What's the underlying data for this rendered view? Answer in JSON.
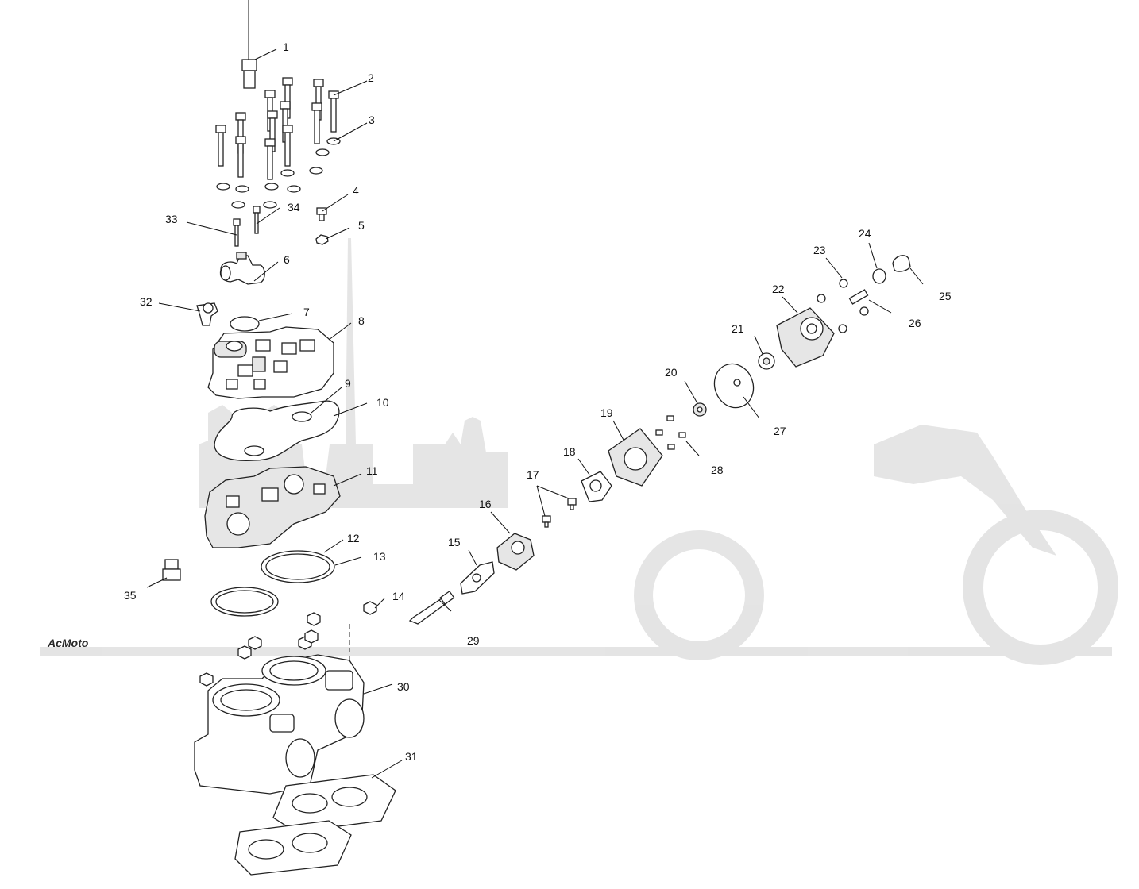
{
  "watermark": {
    "text": "AcMoto"
  },
  "callouts": [
    {
      "id": "1",
      "label": "1"
    },
    {
      "id": "2",
      "label": "2"
    },
    {
      "id": "3",
      "label": "3"
    },
    {
      "id": "4",
      "label": "4"
    },
    {
      "id": "5",
      "label": "5"
    },
    {
      "id": "6",
      "label": "6"
    },
    {
      "id": "7",
      "label": "7"
    },
    {
      "id": "8",
      "label": "8"
    },
    {
      "id": "9",
      "label": "9"
    },
    {
      "id": "10",
      "label": "10"
    },
    {
      "id": "11",
      "label": "11"
    },
    {
      "id": "12",
      "label": "12"
    },
    {
      "id": "13",
      "label": "13"
    },
    {
      "id": "14",
      "label": "14"
    },
    {
      "id": "15",
      "label": "15"
    },
    {
      "id": "16",
      "label": "16"
    },
    {
      "id": "17",
      "label": "17"
    },
    {
      "id": "18",
      "label": "18"
    },
    {
      "id": "19",
      "label": "19"
    },
    {
      "id": "20",
      "label": "20"
    },
    {
      "id": "21",
      "label": "21"
    },
    {
      "id": "22",
      "label": "22"
    },
    {
      "id": "23",
      "label": "23"
    },
    {
      "id": "24",
      "label": "24"
    },
    {
      "id": "25",
      "label": "25"
    },
    {
      "id": "26",
      "label": "26"
    },
    {
      "id": "27",
      "label": "27"
    },
    {
      "id": "28",
      "label": "28"
    },
    {
      "id": "29",
      "label": "29"
    },
    {
      "id": "30",
      "label": "30"
    },
    {
      "id": "31",
      "label": "31"
    },
    {
      "id": "32",
      "label": "32"
    },
    {
      "id": "33",
      "label": "33"
    },
    {
      "id": "34",
      "label": "34"
    },
    {
      "id": "35",
      "label": "35"
    }
  ]
}
